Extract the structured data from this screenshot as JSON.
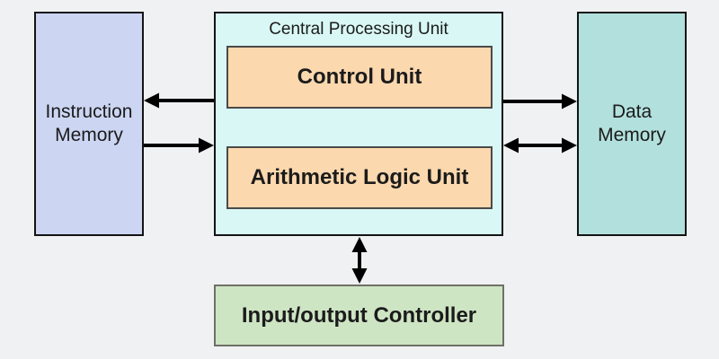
{
  "colors": {
    "background": "#f0f1f3",
    "text": "#1b1b1b",
    "arrow": "#000000",
    "big_box_border": "#141414",
    "unit_border": "#4a4a4a",
    "io_border": "#6e7066",
    "instruction_memory_fill": "#ccd5f2",
    "cpu_fill": "#d9f8f5",
    "unit_fill": "#fcd8ae",
    "data_memory_fill": "#b2e0dd",
    "io_fill": "#cee5c4"
  },
  "nodes": {
    "cpu": {
      "label": "Central Processing Unit"
    },
    "instruction_memory": {
      "label": "Instruction Memory"
    },
    "control_unit": {
      "label": "Control Unit"
    },
    "alu": {
      "label": "Arithmetic Logic Unit"
    },
    "data_memory": {
      "label": "Data Memory"
    },
    "io_controller": {
      "label": "Input/output Controller"
    }
  },
  "connections": [
    {
      "from": "cpu",
      "to": "instruction_memory",
      "style": "single-arrow"
    },
    {
      "from": "instruction_memory",
      "to": "cpu",
      "style": "single-arrow"
    },
    {
      "from": "cpu",
      "to": "data_memory",
      "style": "single-arrow"
    },
    {
      "from": "cpu",
      "to": "data_memory",
      "style": "double-arrow"
    },
    {
      "from": "cpu",
      "to": "io_controller",
      "style": "double-arrow"
    }
  ]
}
